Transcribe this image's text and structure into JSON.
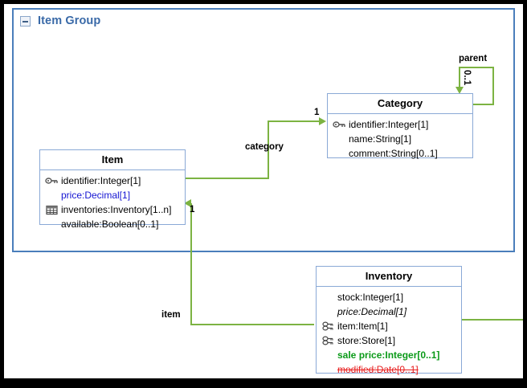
{
  "diagram": {
    "type": "uml-class-diagram",
    "package": {
      "title": "Item Group",
      "collapse_icon": "minus-box-icon",
      "title_color": "#3a6aa8",
      "border_color": "#4a7ebb"
    },
    "connector_color": "#7cb342",
    "class_border_color": "#8aa9d6",
    "classes": [
      {
        "id": "item",
        "name": "Item",
        "attributes": [
          {
            "icon": "key-icon",
            "text": "identifier:Integer[1]",
            "style": "plain"
          },
          {
            "icon": "none",
            "text": "price:Decimal[1]",
            "style": "blue"
          },
          {
            "icon": "table-icon",
            "text": "inventories:Inventory[1..n]",
            "style": "plain"
          },
          {
            "icon": "none",
            "text": "available:Boolean[0..1]",
            "style": "plain"
          }
        ]
      },
      {
        "id": "category",
        "name": "Category",
        "attributes": [
          {
            "icon": "key-icon",
            "text": "identifier:Integer[1]",
            "style": "plain"
          },
          {
            "icon": "none",
            "text": "name:String[1]",
            "style": "plain"
          },
          {
            "icon": "none",
            "text": "comment:String[0..1]",
            "style": "plain"
          }
        ]
      },
      {
        "id": "inventory",
        "name": "Inventory",
        "attributes": [
          {
            "icon": "none",
            "text": "stock:Integer[1]",
            "style": "plain"
          },
          {
            "icon": "none",
            "text": "price:Decimal[1]",
            "style": "italic"
          },
          {
            "icon": "foreign-key-icon",
            "text": "item:Item[1]",
            "style": "plain"
          },
          {
            "icon": "foreign-key-icon",
            "text": "store:Store[1]",
            "style": "plain"
          },
          {
            "icon": "none",
            "text": "sale price:Integer[0..1]",
            "style": "green"
          },
          {
            "icon": "none",
            "text": "modified:Date[0..1]",
            "style": "red-strike"
          }
        ]
      }
    ],
    "associations": [
      {
        "id": "category-assoc",
        "label": "category",
        "source_multiplicity": "",
        "target_multiplicity": "1"
      },
      {
        "id": "parent-assoc",
        "label": "parent",
        "source_multiplicity": "",
        "target_multiplicity": "0..1"
      },
      {
        "id": "item-assoc",
        "label": "item",
        "source_multiplicity": "",
        "target_multiplicity": "1"
      }
    ]
  }
}
